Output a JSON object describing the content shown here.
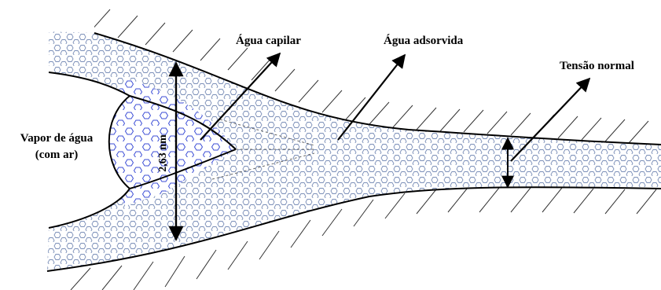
{
  "labels": {
    "vapor_line1": "Vapor de água",
    "vapor_line2": "(com ar)",
    "capillary_water": "Água capilar",
    "adsorbed_water": "Água adsorvida",
    "normal_stress": "Tensão normal",
    "gap_dimension": "2,63 nm"
  },
  "colors": {
    "outline": "#000000",
    "hatch": "#333333",
    "adsorbed_hex": "#7b8fb8",
    "capillary_hex": "#3c4ed6",
    "background": "#ffffff"
  },
  "icons": {
    "molecule": "hexagon-outline",
    "arrow": "arrowhead"
  }
}
